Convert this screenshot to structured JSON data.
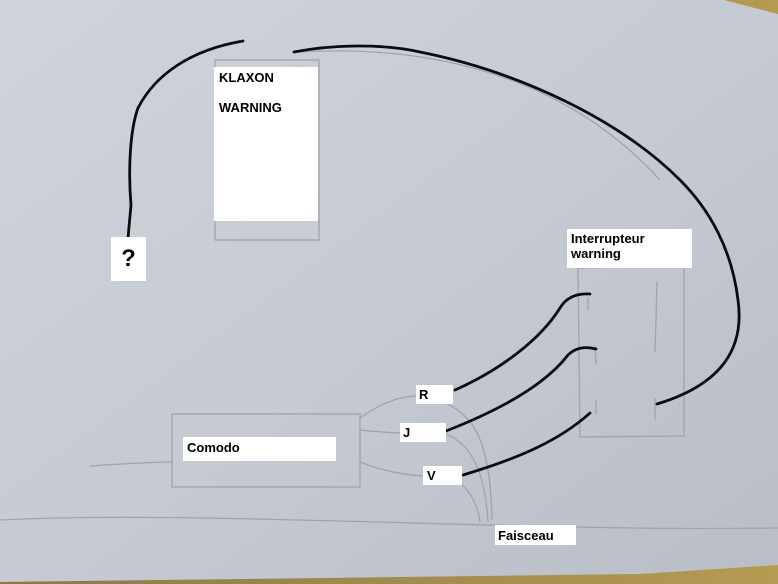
{
  "labels": {
    "klaxon": "KLAXON\n\nWARNING",
    "question": "?",
    "interrupteur": "Interrupteur\nwarning",
    "r": "R",
    "j": "J",
    "v": "V",
    "comodo": "Comodo",
    "faisceau": "Faisceau"
  },
  "colors": {
    "paper": "#c8ccd5",
    "wire": "#0c0c0c",
    "pencil": "#9ea3ad",
    "label_bg": "#ffffff"
  }
}
